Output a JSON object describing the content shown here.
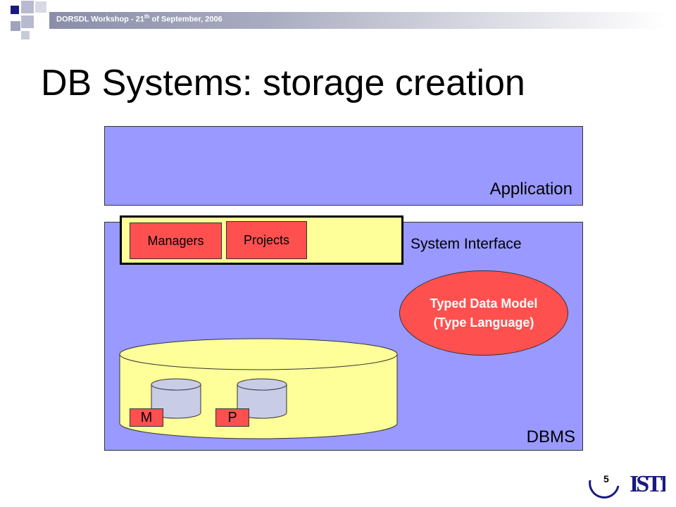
{
  "header": {
    "text_main": "DORSDL Workshop - 21",
    "text_sup": "th",
    "text_tail": " of September, 2006"
  },
  "slide": {
    "title": "DB Systems: storage creation",
    "page_number": "5"
  },
  "diagram": {
    "application_label": "Application",
    "system_interface_label": "System Interface",
    "dbms_label": "DBMS",
    "managers_label": "Managers",
    "projects_label": "Projects",
    "typed_model_line1": "Typed Data Model",
    "typed_model_line2": "(Type Language)",
    "m_label": "M",
    "p_label": "P"
  },
  "colors": {
    "layer_blue": "#9999ff",
    "interface_yellow": "#ffff99",
    "entity_red": "#ff5050",
    "table_grey": "#c8cce6",
    "header_navy": "#1a1a80"
  },
  "logo": {
    "text": "ISTI"
  }
}
